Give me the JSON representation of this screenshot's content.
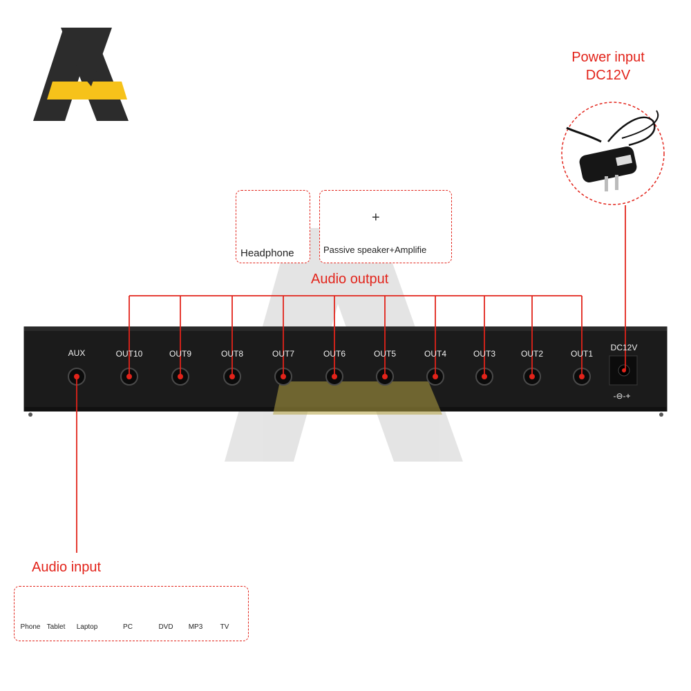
{
  "power": {
    "title_line1": "Power input",
    "title_line2": "DC12V"
  },
  "output_devices": {
    "headphone": "Headphone",
    "passive": "Passive speaker+Amplifie",
    "plus": "+"
  },
  "audio_output_label": "Audio output",
  "audio_input_label": "Audio input",
  "panel": {
    "aux_label": "AUX",
    "outputs": [
      "OUT10",
      "OUT9",
      "OUT8",
      "OUT7",
      "OUT6",
      "OUT5",
      "OUT4",
      "OUT3",
      "OUT2",
      "OUT1"
    ],
    "dc_label": "DC12V",
    "dc_symbol": "-⊖-+"
  },
  "input_devices": [
    "Phone",
    "Tablet",
    "Laptop",
    "PC",
    "DVD",
    "MP3",
    "TV"
  ],
  "colors": {
    "accent_red": "#e2231a",
    "logo_yellow": "#f6c21a",
    "logo_dark": "#2c2c2c",
    "panel": "#1a1a1a"
  }
}
